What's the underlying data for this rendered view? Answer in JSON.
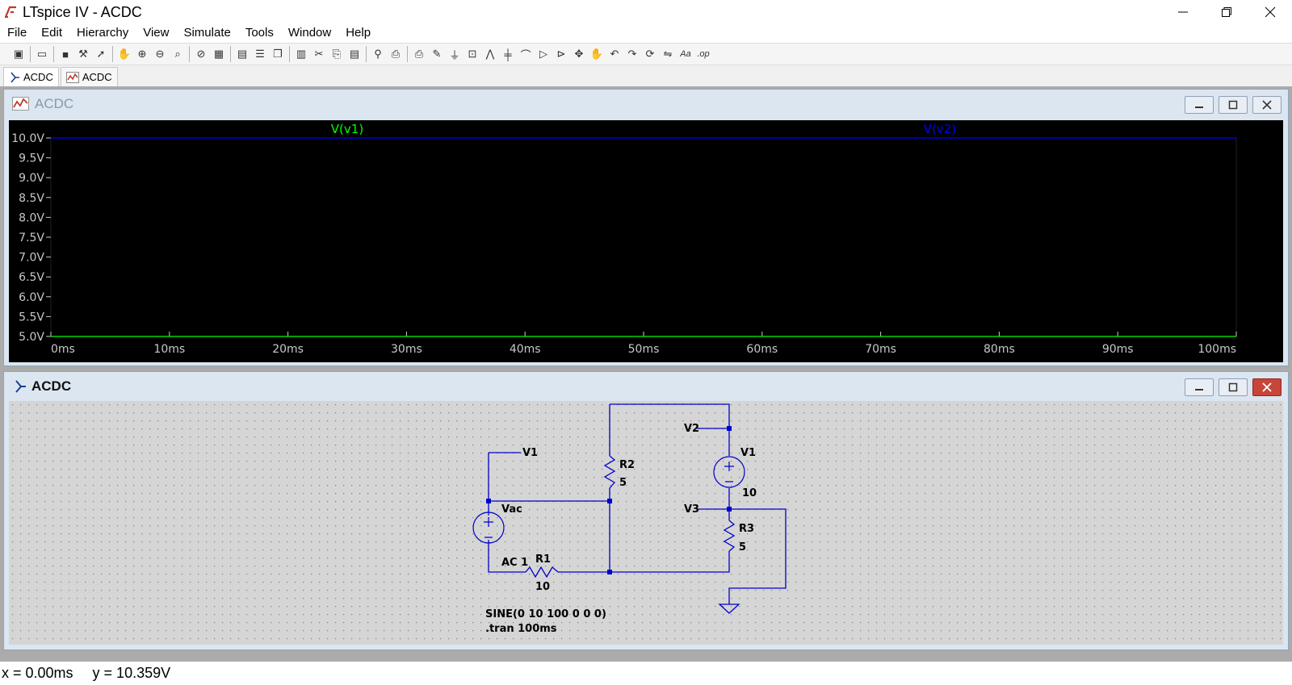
{
  "window": {
    "title": "LTspice IV - ACDC"
  },
  "menu": [
    "File",
    "Edit",
    "Hierarchy",
    "View",
    "Simulate",
    "Tools",
    "Window",
    "Help"
  ],
  "toolbar": {
    "icons": [
      "new-schematic",
      "open",
      "save",
      "control-panel",
      "run",
      "pan-hand",
      "zoom-in",
      "zoom-out",
      "zoom-area",
      "zoom-cancel",
      "autorange",
      "plot-settings",
      "tile-horizontal",
      "cascade",
      "tile-vertical",
      "cut",
      "copy",
      "paste",
      "find",
      "print-preview",
      "print",
      "wire",
      "ground",
      "label",
      "resistor",
      "capacitor",
      "inductor",
      "diode",
      "component",
      "move",
      "drag",
      "undo",
      "redo",
      "rotate",
      "mirror",
      "text",
      "spice-directive"
    ]
  },
  "tabs": [
    {
      "label": "ACDC",
      "kind": "schematic"
    },
    {
      "label": "ACDC",
      "kind": "waveform"
    }
  ],
  "plot_window": {
    "title": "ACDC"
  },
  "schematic_window": {
    "title": "ACDC"
  },
  "chart_data": {
    "type": "line",
    "title": "",
    "xlabel": "",
    "ylabel": "",
    "background": "#000000",
    "xlim": [
      0,
      100
    ],
    "ylim": [
      5.0,
      10.0
    ],
    "x_ticks": [
      "0ms",
      "10ms",
      "20ms",
      "30ms",
      "40ms",
      "50ms",
      "60ms",
      "70ms",
      "80ms",
      "90ms",
      "100ms"
    ],
    "y_ticks": [
      "10.0V",
      "9.5V",
      "9.0V",
      "8.5V",
      "8.0V",
      "7.5V",
      "7.0V",
      "6.5V",
      "6.0V",
      "5.5V",
      "5.0V"
    ],
    "series": [
      {
        "name": "V(v1)",
        "color": "#00ff00",
        "x": [
          0,
          100
        ],
        "y": [
          5.0,
          5.0
        ]
      },
      {
        "name": "V(v2)",
        "color": "#0000ff",
        "x": [
          0,
          100
        ],
        "y": [
          10.0,
          10.0
        ]
      }
    ]
  },
  "schematic": {
    "labels": {
      "v1_net": "V1",
      "v2_net": "V2",
      "v3_net": "V3",
      "vac_name": "Vac",
      "vac_value": "AC 1",
      "r1_name": "R1",
      "r1_value": "10",
      "r2_name": "R2",
      "r2_value": "5",
      "r3_name": "R3",
      "r3_value": "5",
      "v1_src_name": "V1",
      "v1_src_value": "10",
      "vac_sine": "SINE(0 10 100 0 0 0)",
      "tran_directive": ".tran 100ms"
    },
    "wire_color": "#0000cc",
    "component_color": "#0000cc"
  },
  "status": {
    "x_readout": "x = 0.00ms",
    "y_readout": "y = 10.359V"
  }
}
